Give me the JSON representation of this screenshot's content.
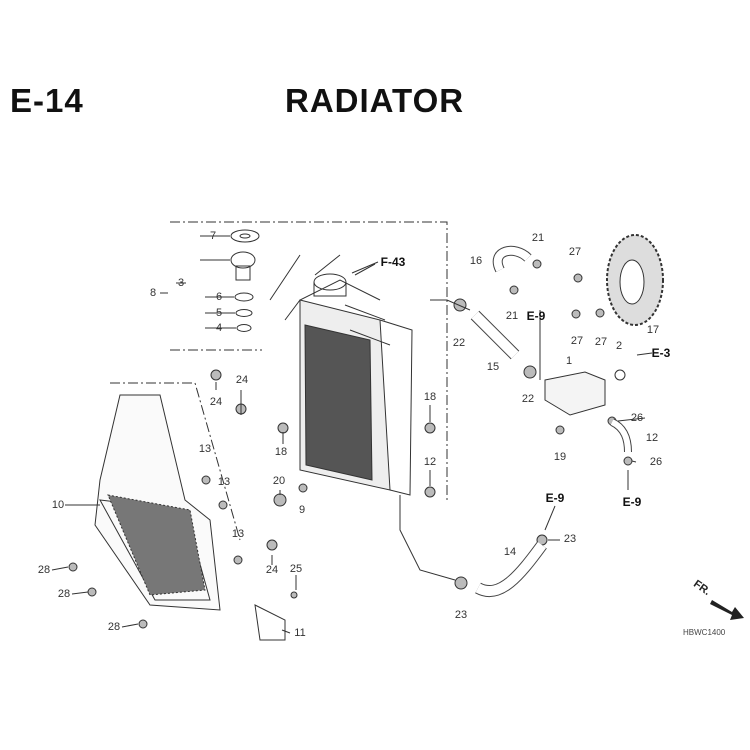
{
  "header": {
    "code": "E-14",
    "title": "RADIATOR"
  },
  "callouts": [
    {
      "id": "7",
      "t": "7"
    },
    {
      "id": "3",
      "t": "3"
    },
    {
      "id": "8",
      "t": "8"
    },
    {
      "id": "6",
      "t": "6"
    },
    {
      "id": "5",
      "t": "5"
    },
    {
      "id": "4",
      "t": "4"
    },
    {
      "id": "f43",
      "t": "F-43"
    },
    {
      "id": "24a",
      "t": "24"
    },
    {
      "id": "24b",
      "t": "24"
    },
    {
      "id": "24c",
      "t": "24"
    },
    {
      "id": "13a",
      "t": "13"
    },
    {
      "id": "13b",
      "t": "13"
    },
    {
      "id": "13c",
      "t": "13"
    },
    {
      "id": "18a",
      "t": "18"
    },
    {
      "id": "18b",
      "t": "18"
    },
    {
      "id": "12a",
      "t": "12"
    },
    {
      "id": "20",
      "t": "20"
    },
    {
      "id": "9",
      "t": "9"
    },
    {
      "id": "10",
      "t": "10"
    },
    {
      "id": "25",
      "t": "25"
    },
    {
      "id": "11",
      "t": "11"
    },
    {
      "id": "28a",
      "t": "28"
    },
    {
      "id": "28b",
      "t": "28"
    },
    {
      "id": "28c",
      "t": "28"
    },
    {
      "id": "16",
      "t": "16"
    },
    {
      "id": "21a",
      "t": "21"
    },
    {
      "id": "21b",
      "t": "21"
    },
    {
      "id": "e9a",
      "t": "E-9"
    },
    {
      "id": "22a",
      "t": "22"
    },
    {
      "id": "15",
      "t": "15"
    },
    {
      "id": "22b",
      "t": "22"
    },
    {
      "id": "27a",
      "t": "27"
    },
    {
      "id": "27b",
      "t": "27"
    },
    {
      "id": "27c",
      "t": "27"
    },
    {
      "id": "17",
      "t": "17"
    },
    {
      "id": "2",
      "t": "2"
    },
    {
      "id": "e3",
      "t": "E-3"
    },
    {
      "id": "1",
      "t": "1"
    },
    {
      "id": "26a",
      "t": "26"
    },
    {
      "id": "12b",
      "t": "12"
    },
    {
      "id": "26b",
      "t": "26"
    },
    {
      "id": "19",
      "t": "19"
    },
    {
      "id": "e9b",
      "t": "E-9"
    },
    {
      "id": "e9c",
      "t": "E-9"
    },
    {
      "id": "23a",
      "t": "23"
    },
    {
      "id": "14",
      "t": "14"
    },
    {
      "id": "23b",
      "t": "23"
    }
  ],
  "direction_label": "FR.",
  "drawing_code": "HBWC1400"
}
